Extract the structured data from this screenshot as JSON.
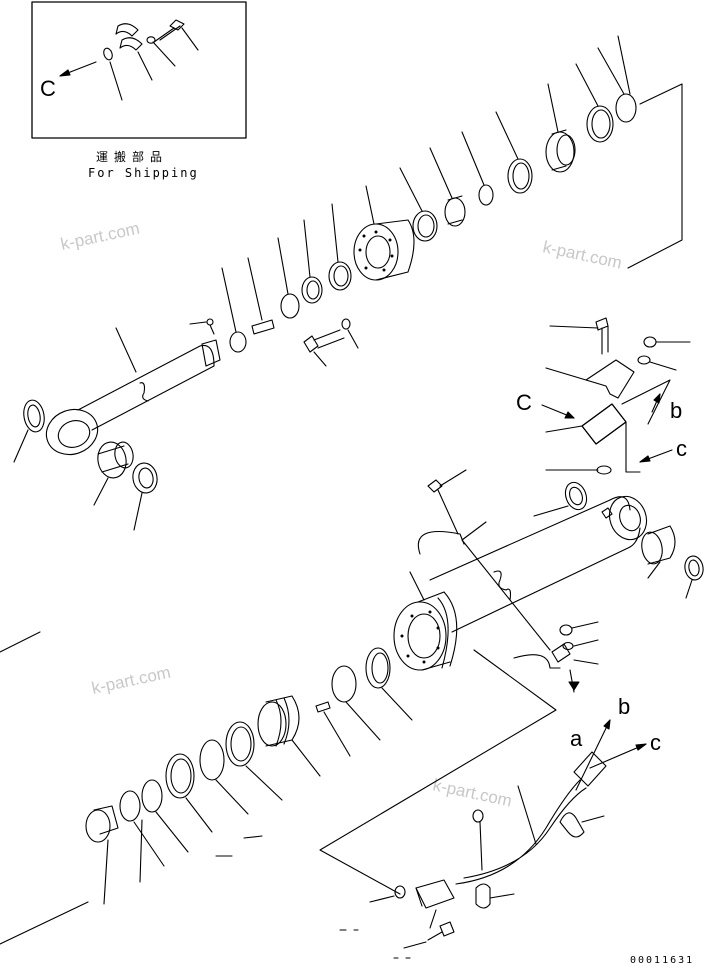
{
  "inset": {
    "title_jp": "運搬部品",
    "title_en": "For Shipping",
    "callout": "C"
  },
  "callouts": {
    "C": "C",
    "b": "b",
    "c": "c",
    "a": "a"
  },
  "watermark": "k-part.com",
  "doc_number": "00011631",
  "colors": {
    "line": "#000000",
    "watermark": "#c8c8c8"
  }
}
